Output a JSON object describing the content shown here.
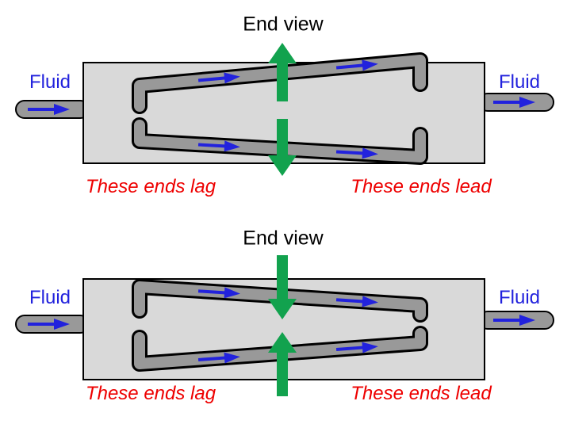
{
  "figure": {
    "background": "#ffffff",
    "colors": {
      "fluid_blue": "#2222dd",
      "force_green": "#12a24e",
      "label_red": "#ee0000",
      "tube_gray": "#999999",
      "body_gray": "#d9d9d9"
    },
    "diagrams": [
      {
        "end_view_label": "End view",
        "fluid_left": "Fluid",
        "fluid_right": "Fluid",
        "lag_label": "These ends lag",
        "lead_label": "These ends lead",
        "force_direction": "outward"
      },
      {
        "end_view_label": "End view",
        "fluid_left": "Fluid",
        "fluid_right": "Fluid",
        "lag_label": "These ends lag",
        "lead_label": "These ends lead",
        "force_direction": "inward"
      }
    ]
  }
}
